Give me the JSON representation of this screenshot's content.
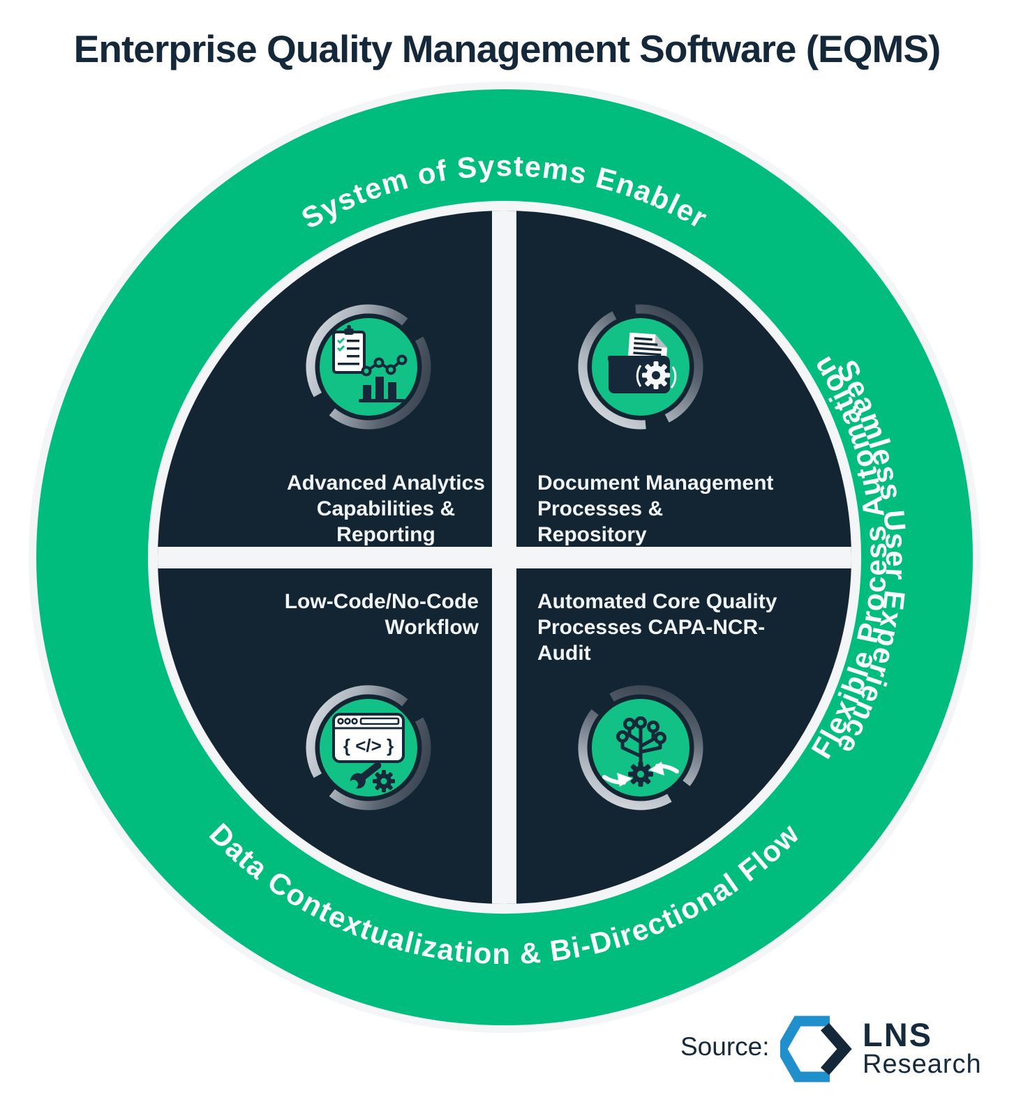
{
  "title": "Enterprise Quality Management Software (EQMS)",
  "ring_labels": {
    "top": "System of Systems Enabler",
    "right": "Seamless User Experience",
    "bottom": "Data Contextualization & Bi-Directional Flow",
    "left": "Flexible Process Automation"
  },
  "quadrants": {
    "top_left": {
      "icon": "analytics-chart-icon",
      "lines": [
        "Advanced Analytics",
        "Capabilities & Reporting"
      ]
    },
    "top_right": {
      "icon": "document-folder-gear-icon",
      "lines": [
        "Document Management",
        "Processes & Repository"
      ]
    },
    "bottom_left": {
      "icon": "low-code-window-tools-icon",
      "code_glyph": "{ </> }",
      "lines": [
        "Low-Code/No-Code",
        "Workflow"
      ]
    },
    "bottom_right": {
      "icon": "automation-circuit-gear-icon",
      "lines": [
        "Automated Core Quality",
        "Processes CAPA-NCR-Audit"
      ]
    }
  },
  "source": {
    "label": "Source:",
    "brand": "LNS",
    "brand_sub": "Research"
  },
  "colors": {
    "ring_green": "#00bd7e",
    "badge_green": "#12c186",
    "quadrant_navy": "#132533",
    "title_navy": "#14283a",
    "divider_white": "#f3f5f7",
    "logo_blue": "#2090cc"
  }
}
